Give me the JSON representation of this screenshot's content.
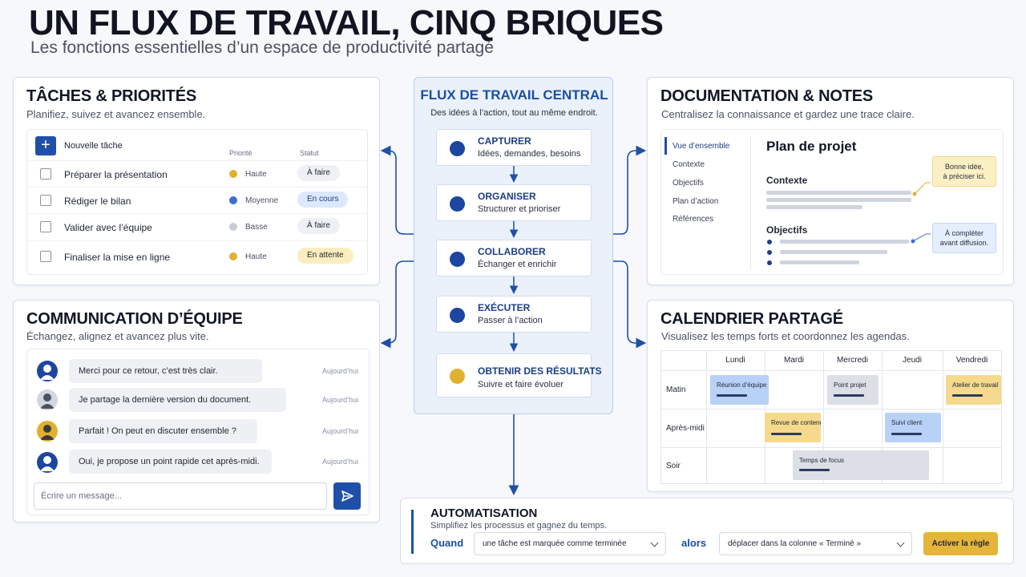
{
  "header": {
    "title": "UN FLUX DE TRAVAIL, CINQ BRIQUES",
    "subtitle": "Les fonctions essentielles d’un espace de productivité partagé"
  },
  "tasks": {
    "title": "TÂCHES & PRIORITÉS",
    "subtitle": "Planifiez, suivez et avancez ensemble.",
    "add_label": "Nouvelle tâche",
    "col_priority": "Priorité",
    "col_status": "Statut",
    "rows": [
      {
        "label": "Préparer la présentation",
        "priority": "Haute",
        "status": "À faire"
      },
      {
        "label": "Rédiger le bilan",
        "priority": "Moyenne",
        "status": "En cours"
      },
      {
        "label": "Valider avec l’équipe",
        "priority": "Basse",
        "status": "À faire"
      },
      {
        "label": "Finaliser la mise en ligne",
        "priority": "Haute",
        "status": "En attente"
      }
    ]
  },
  "central": {
    "title": "FLUX DE TRAVAIL CENTRAL",
    "subtitle": "Des idées à l’action, tout au même endroit.",
    "steps": [
      {
        "title": "CAPTURER",
        "desc": "Idées, demandes, besoins"
      },
      {
        "title": "ORGANISER",
        "desc": "Structurer et prioriser"
      },
      {
        "title": "COLLABORER",
        "desc": "Échanger et enrichir"
      },
      {
        "title": "EXÉCUTER",
        "desc": "Passer à l’action"
      },
      {
        "title": "OBTENIR DES RÉSULTATS",
        "desc": "Suivre et faire évoluer"
      }
    ]
  },
  "docs": {
    "title": "DOCUMENTATION & NOTES",
    "subtitle": "Centralisez la connaissance et gardez une trace claire.",
    "nav": [
      "Vue d’ensemble",
      "Contexte",
      "Objectifs",
      "Plan d’action",
      "Références"
    ],
    "doc_title": "Plan de projet",
    "section1": "Contexte",
    "section2": "Objectifs",
    "note1_line1": "Bonne idée,",
    "note1_line2": "à préciser ici.",
    "note2_line1": "À compléter",
    "note2_line2": "avant diffusion."
  },
  "chat": {
    "title": "COMMUNICATION D’ÉQUIPE",
    "subtitle": "Échangez, alignez et avancez plus vite.",
    "messages": [
      {
        "text": "Merci pour ce retour, c’est très clair.",
        "time": "Aujourd’hui"
      },
      {
        "text": "Je partage la dernière version du document.",
        "time": "Aujourd’hui"
      },
      {
        "text": "Parfait ! On peut en discuter ensemble ?",
        "time": "Aujourd’hui"
      },
      {
        "text": "Oui, je propose un point rapide cet après-midi.",
        "time": "Aujourd’hui"
      }
    ],
    "input_placeholder": "Écrire un message..."
  },
  "calendar": {
    "title": "CALENDRIER PARTAGÉ",
    "subtitle": "Visualisez les temps forts et coordonnez les agendas.",
    "days": [
      "Lundi",
      "Mardi",
      "Mercredi",
      "Jeudi",
      "Vendredi"
    ],
    "slots": [
      "Matin",
      "Après-midi",
      "Soir"
    ],
    "events": {
      "reunion": "Réunion d’équipe",
      "point": "Point projet",
      "atelier": "Atelier de travail",
      "revue": "Revue de contenu",
      "suivi": "Suivi client",
      "focus": "Temps de focus"
    }
  },
  "automation": {
    "title": "AUTOMATISATION",
    "subtitle": "Simplifiez les processus et gagnez du temps.",
    "when": "Quand",
    "condition": "une tâche est marquée comme terminée",
    "then": "alors",
    "action": "déplacer dans la colonne « Terminé »",
    "button": "Activer la règle"
  },
  "colors": {
    "accent": "#1f4fa8",
    "high": "#e0b12e",
    "medium": "#3d6fd1",
    "low": "#c8ccd4",
    "todo_bg": "#eef0f4",
    "progress_bg": "#dce8fb",
    "waiting_bg": "#fbedbf",
    "event_blue": "#b8d1f6",
    "event_gray": "#dcdfe5",
    "event_yellow": "#f5d98c"
  }
}
